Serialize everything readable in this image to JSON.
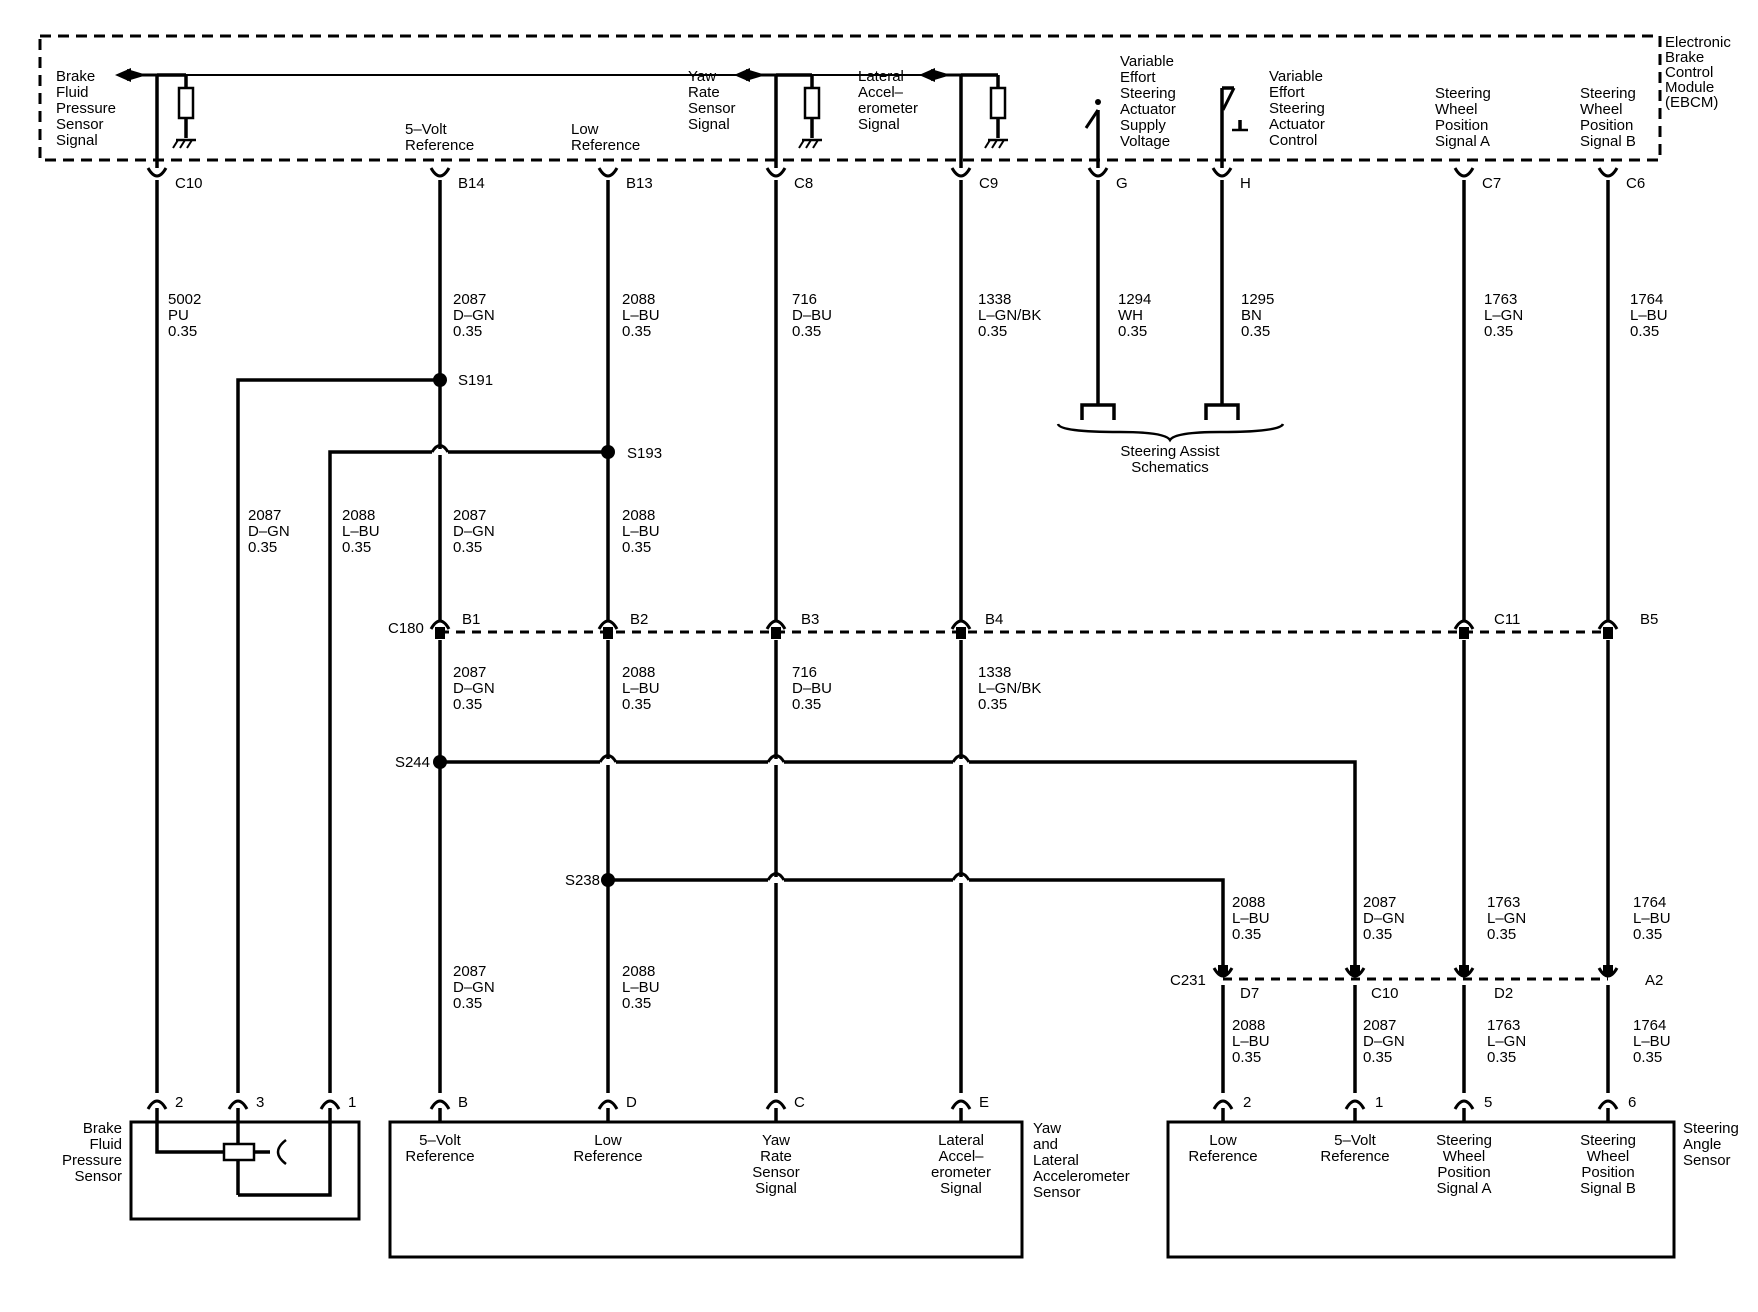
{
  "module": {
    "name": "Electronic Brake Control Module (EBCM)",
    "name_lines": [
      "Electronic",
      "Brake",
      "Control",
      "Module",
      "(EBCM)"
    ]
  },
  "pins": [
    {
      "id": "c10",
      "pin": "C10",
      "label": [
        "Brake",
        "Fluid",
        "Pressure",
        "Sensor",
        "Signal"
      ],
      "circuit": "5002",
      "color": "PU",
      "size": "0.35"
    },
    {
      "id": "b14",
      "pin": "B14",
      "label": [
        "5–Volt",
        "Reference"
      ],
      "circuit": "2087",
      "color": "D–GN",
      "size": "0.35"
    },
    {
      "id": "b13",
      "pin": "B13",
      "label": [
        "Low",
        "Reference"
      ],
      "circuit": "2088",
      "color": "L–BU",
      "size": "0.35"
    },
    {
      "id": "c8",
      "pin": "C8",
      "label": [
        "Yaw",
        "Rate",
        "Sensor",
        "Signal"
      ],
      "circuit": "716",
      "color": "D–BU",
      "size": "0.35"
    },
    {
      "id": "c9",
      "pin": "C9",
      "label": [
        "Lateral",
        "Accel–",
        "erometer",
        "Signal"
      ],
      "circuit": "1338",
      "color": "L–GN/BK",
      "size": "0.35"
    },
    {
      "id": "g",
      "pin": "G",
      "label": [
        "Variable",
        "Effort",
        "Steering",
        "Actuator",
        "Supply",
        "Voltage"
      ],
      "circuit": "1294",
      "color": "WH",
      "size": "0.35"
    },
    {
      "id": "h",
      "pin": "H",
      "label": [
        "Variable",
        "Effort",
        "Steering",
        "Actuator",
        "Control"
      ],
      "circuit": "1295",
      "color": "BN",
      "size": "0.35"
    },
    {
      "id": "c7",
      "pin": "C7",
      "label": [
        "Steering",
        "Wheel",
        "Position",
        "Signal A"
      ],
      "circuit": "1763",
      "color": "L–GN",
      "size": "0.35"
    },
    {
      "id": "c6",
      "pin": "C6",
      "label": [
        "Steering",
        "Wheel",
        "Position",
        "Signal B"
      ],
      "circuit": "1764",
      "color": "L–BU",
      "size": "0.35"
    }
  ],
  "splices": {
    "s191": "S191",
    "s193": "S193",
    "s244": "S244",
    "s238": "S238"
  },
  "wires": {
    "bfps_ref": {
      "circuit": "2087",
      "color": "D–GN",
      "size": "0.35"
    },
    "bfps_low": {
      "circuit": "2088",
      "color": "L–BU",
      "size": "0.35"
    },
    "ref_mid": {
      "circuit": "2087",
      "color": "D–GN",
      "size": "0.35"
    },
    "low_mid": {
      "circuit": "2088",
      "color": "L–BU",
      "size": "0.35"
    },
    "ref_c180": {
      "circuit": "2087",
      "color": "D–GN",
      "size": "0.35"
    },
    "low_c180": {
      "circuit": "2088",
      "color": "L–BU",
      "size": "0.35"
    },
    "yaw_c180": {
      "circuit": "716",
      "color": "D–BU",
      "size": "0.35"
    },
    "lat_c180": {
      "circuit": "1338",
      "color": "L–GN/BK",
      "size": "0.35"
    },
    "ref_sensor": {
      "circuit": "2087",
      "color": "D–GN",
      "size": "0.35"
    },
    "low_sensor": {
      "circuit": "2088",
      "color": "L–BU",
      "size": "0.35"
    },
    "sas_low_a": {
      "circuit": "2088",
      "color": "L–BU",
      "size": "0.35"
    },
    "sas_ref_a": {
      "circuit": "2087",
      "color": "D–GN",
      "size": "0.35"
    },
    "sas_a_a": {
      "circuit": "1763",
      "color": "L–GN",
      "size": "0.35"
    },
    "sas_b_a": {
      "circuit": "1764",
      "color": "L–BU",
      "size": "0.35"
    },
    "sas_low_b": {
      "circuit": "2088",
      "color": "L–BU",
      "size": "0.35"
    },
    "sas_ref_b": {
      "circuit": "2087",
      "color": "D–GN",
      "size": "0.35"
    },
    "sas_a_b": {
      "circuit": "1763",
      "color": "L–GN",
      "size": "0.35"
    },
    "sas_b_b": {
      "circuit": "1764",
      "color": "L–BU",
      "size": "0.35"
    }
  },
  "connectors": {
    "c180": {
      "name": "C180",
      "pins": [
        "B1",
        "B2",
        "B3",
        "B4",
        "C11",
        "B5"
      ]
    },
    "c231": {
      "name": "C231",
      "pins": [
        "D7",
        "C10",
        "D2",
        "A2"
      ]
    }
  },
  "steering_assist": [
    "Steering Assist",
    "Schematics"
  ],
  "components": {
    "bfps": {
      "name": [
        "Brake",
        "Fluid",
        "Pressure",
        "Sensor"
      ],
      "pins": [
        "2",
        "3",
        "1"
      ]
    },
    "yaw": {
      "name": [
        "Yaw",
        "and",
        "Lateral",
        "Accelerometer",
        "Sensor"
      ],
      "pins": [
        "B",
        "D",
        "C",
        "E"
      ],
      "labels": [
        [
          "5–Volt",
          "Reference"
        ],
        [
          "Low",
          "Reference"
        ],
        [
          "Yaw",
          "Rate",
          "Sensor",
          "Signal"
        ],
        [
          "Lateral",
          "Accel–",
          "erometer",
          "Signal"
        ]
      ]
    },
    "sas": {
      "name": [
        "Steering",
        "Angle",
        "Sensor"
      ],
      "pins": [
        "2",
        "1",
        "5",
        "6"
      ],
      "labels": [
        [
          "Low",
          "Reference"
        ],
        [
          "5–Volt",
          "Reference"
        ],
        [
          "Steering",
          "Wheel",
          "Position",
          "Signal A"
        ],
        [
          "Steering",
          "Wheel",
          "Position",
          "Signal B"
        ]
      ]
    }
  }
}
